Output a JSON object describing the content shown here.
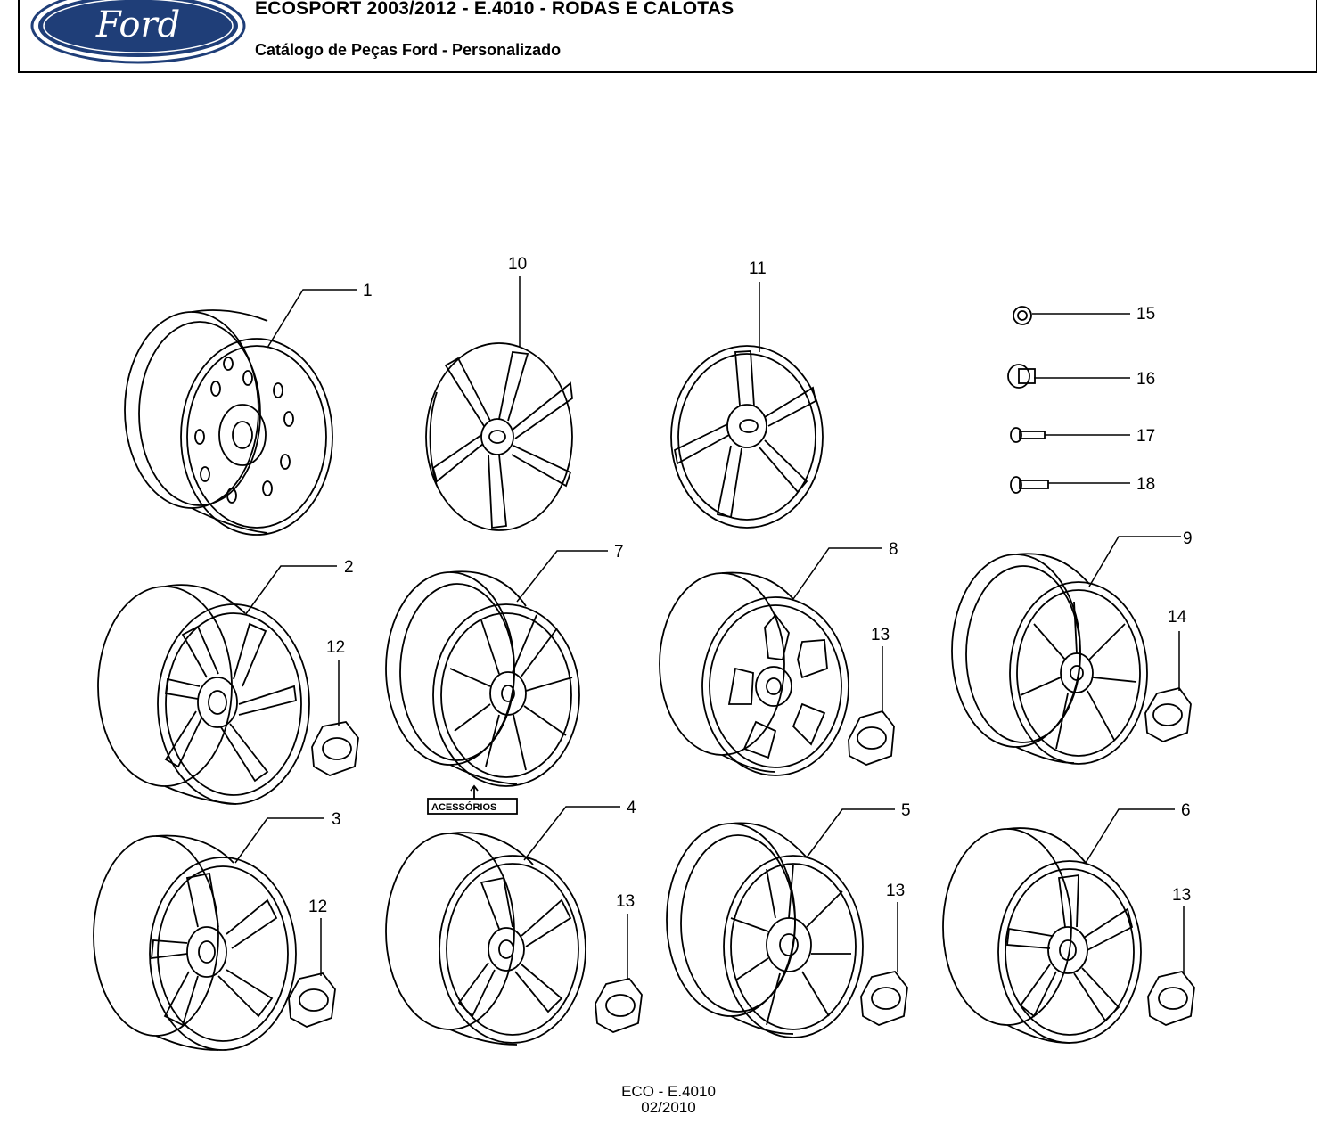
{
  "header": {
    "brand": "Ford",
    "title": "ECOSPORT 2003/2012 - E.4010 - RODAS E CALOTAS",
    "subtitle": "Catálogo de Peças Ford - Personalizado"
  },
  "diagram": {
    "acessorios_label": "ACESSÓRIOS",
    "callouts": {
      "c1": "1",
      "c2": "2",
      "c3": "3",
      "c4": "4",
      "c5": "5",
      "c6": "6",
      "c7": "7",
      "c8": "8",
      "c9": "9",
      "c10": "10",
      "c11": "11",
      "c12a": "12",
      "c12b": "12",
      "c13a": "13",
      "c13b": "13",
      "c13c": "13",
      "c13d": "13",
      "c14": "14",
      "c15": "15",
      "c16": "16",
      "c17": "17",
      "c18": "18"
    }
  },
  "footer": {
    "code": "ECO - E.4010",
    "date": "02/2010"
  },
  "colors": {
    "line": "#000000",
    "ford_blue": "#1f3e78",
    "background": "#ffffff"
  }
}
